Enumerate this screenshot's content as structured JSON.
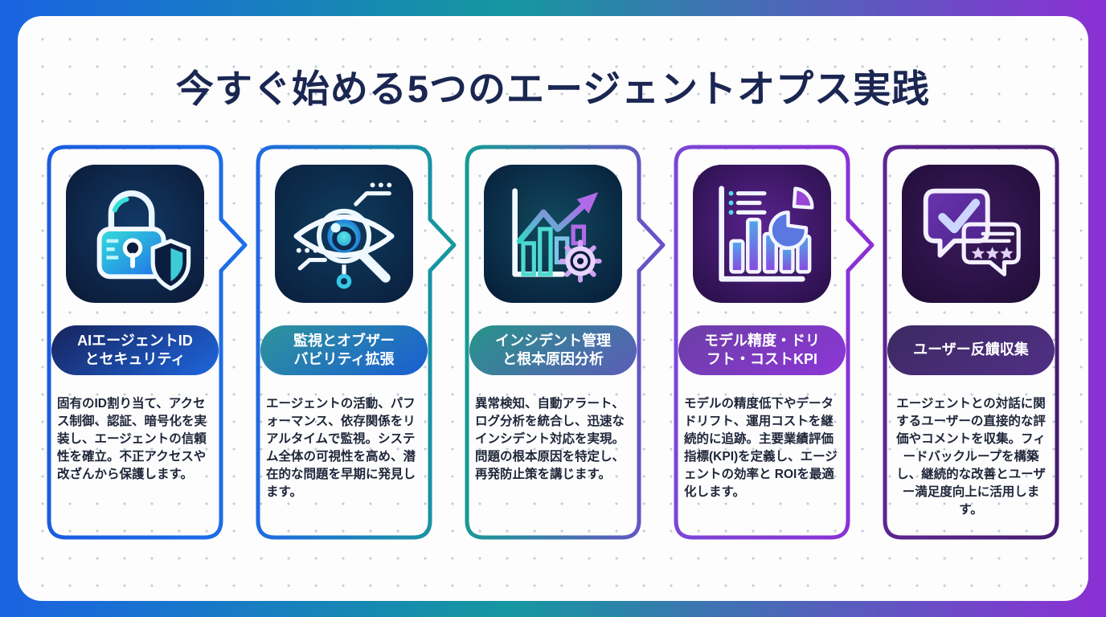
{
  "title": "今すぐ始める5つのエージェントオプス実践",
  "frame": {
    "gradient_left": "#1a63e2",
    "gradient_mid": "#1597a0",
    "gradient_right": "#8c2fd4",
    "panel_background": "#fdfdfe",
    "title_color": "#1b2752"
  },
  "cards": [
    {
      "icon": "lock-shield-icon",
      "label": "AIエージェントIDとセキュリティ",
      "label_line1": "AIエージェントID",
      "label_line2": "とセキュリティ",
      "description": "固有のID割り当て、アクセス制御、認証、暗号化を実装し、エージェントの信頼性を確立。不正アクセスや改ざんから保護します。",
      "colors": {
        "border_start": "#1a5ce0",
        "border_end": "#1e6fe8",
        "pill_start": "#17235c",
        "pill_end": "#1e66dd",
        "tile_start": "#123a66",
        "tile_end": "#0b1834"
      },
      "has_arrow": true
    },
    {
      "icon": "eye-magnifier-icon",
      "label": "監視とオブザーバビリティ拡張",
      "label_line1": "監視とオブザー",
      "label_line2": "バビリティ拡張",
      "description": "エージェントの活動、パフォーマンス、依存関係をリアルタイムで監視。システム全体の可視性を高め、潜在的な問題を早期に発見します。",
      "colors": {
        "border_start": "#1f6be0",
        "border_end": "#17999c",
        "pill_start": "#2f949b",
        "pill_end": "#195fd2",
        "tile_start": "#0f3d5e",
        "tile_end": "#0a1d3c"
      },
      "has_arrow": true
    },
    {
      "icon": "chart-growth-gear-icon",
      "label": "インシデント管理と根本原因分析",
      "label_line1": "インシデント管理",
      "label_line2": "と根本原因分析",
      "description": "異常検知、自動アラート、ログ分析を統合し、迅速なインシデント対応を実現。問題の根本原因を特定し、再発防止策を講じます。",
      "colors": {
        "border_start": "#179a94",
        "border_end": "#6d4fc8",
        "pill_start": "#27948a",
        "pill_end": "#5c5cb8",
        "tile_start": "#114a5e",
        "tile_end": "#071b38"
      },
      "has_arrow": true
    },
    {
      "icon": "kpi-dashboard-icon",
      "label": "モデル精度・ドリフト・コストKPI",
      "label_line1": "モデル精度・ドリ",
      "label_line2": "フト・コストKPI",
      "description": "モデルの精度低下やデータドリフト、運用コストを継続的に追跡。主要業績評価指標(KPI)を定義し、エージェントの効率と ROIを最適化します。",
      "colors": {
        "border_start": "#7b46d8",
        "border_end": "#8c2fd4",
        "pill_start": "#6b3fa5",
        "pill_end": "#8d36d8",
        "tile_start": "#5a2390",
        "tile_end": "#260f44"
      },
      "has_arrow": true
    },
    {
      "icon": "feedback-bubbles-icon",
      "label": "ユーザー反饋収集",
      "label_line1": "ユーザー反饋収集",
      "label_line2": "",
      "description": "エージェントとの対話に関するユーザーの直接的な評価やコメントを収集。フィードバックループを構築し、継続的な改善とユーザー満足度向上に活用します。",
      "colors": {
        "border_start": "#5c2590",
        "border_end": "#471c70",
        "pill_start": "#3c2a62",
        "pill_end": "#512f86",
        "tile_start": "#3c1a5e",
        "tile_end": "#1f0d35"
      },
      "has_arrow": false
    }
  ]
}
